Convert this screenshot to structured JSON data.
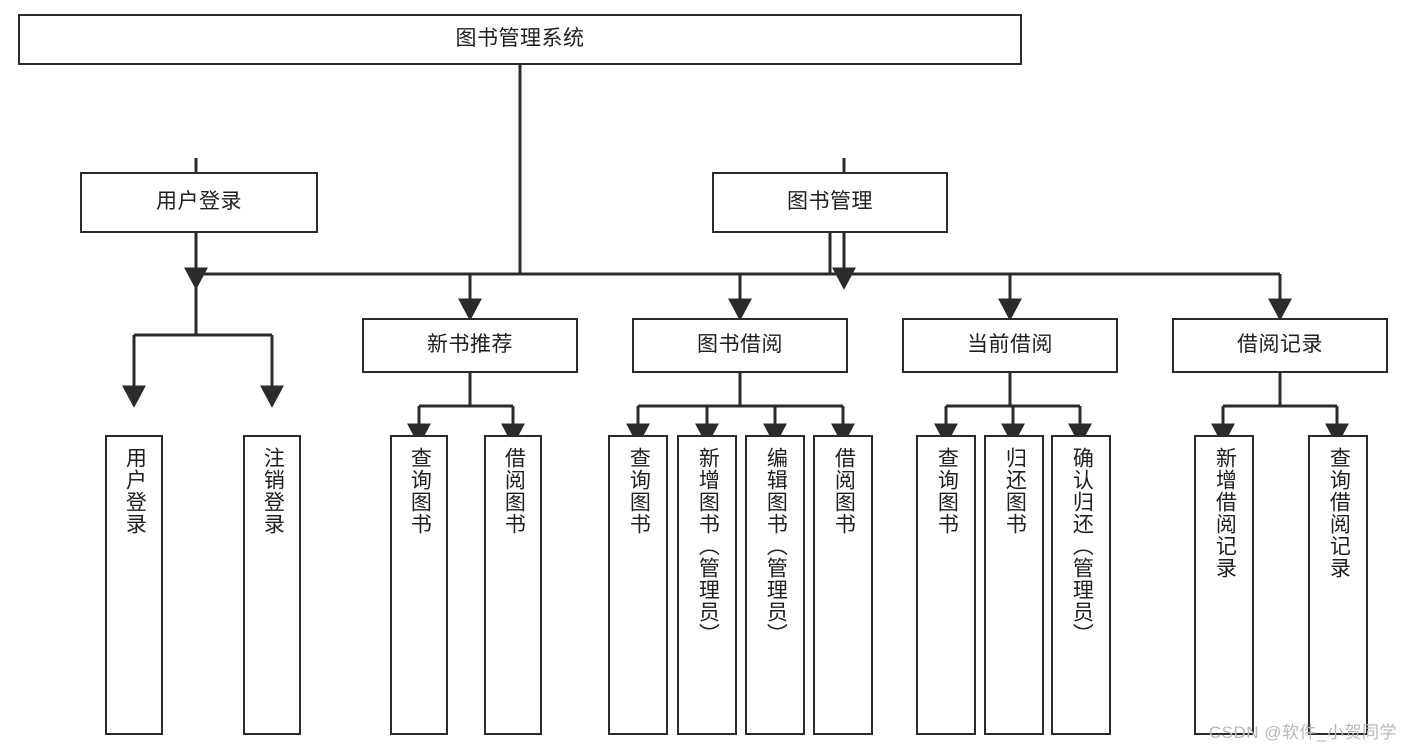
{
  "diagram": {
    "type": "tree",
    "title": "图书管理系统",
    "root": {
      "label": "图书管理系统"
    },
    "level2": [
      {
        "label": "用户登录"
      },
      {
        "label": "图书管理"
      }
    ],
    "level3": [
      {
        "label": "新书推荐"
      },
      {
        "label": "图书借阅"
      },
      {
        "label": "当前借阅"
      },
      {
        "label": "借阅记录"
      }
    ],
    "leaves": {
      "user_login": [
        {
          "label": "用户登录"
        },
        {
          "label": "注销登录"
        }
      ],
      "new_book_recommend": [
        {
          "label": "查询图书"
        },
        {
          "label": "借阅图书"
        }
      ],
      "book_borrow": [
        {
          "label": "查询图书"
        },
        {
          "label": "新增图书（管理员）"
        },
        {
          "label": "编辑图书（管理员）"
        },
        {
          "label": "借阅图书"
        }
      ],
      "current_borrow": [
        {
          "label": "查询图书"
        },
        {
          "label": "归还图书"
        },
        {
          "label": "确认归还（管理员）"
        }
      ],
      "borrow_record": [
        {
          "label": "新增借阅记录"
        },
        {
          "label": "查询借阅记录"
        }
      ]
    },
    "colors": {
      "stroke": "#2b2b2b",
      "text": "#1f1f1f",
      "background": "#ffffff",
      "watermark": "#b9b9b9"
    }
  },
  "watermark": {
    "text": "CSDN @软件_小贺同学"
  }
}
